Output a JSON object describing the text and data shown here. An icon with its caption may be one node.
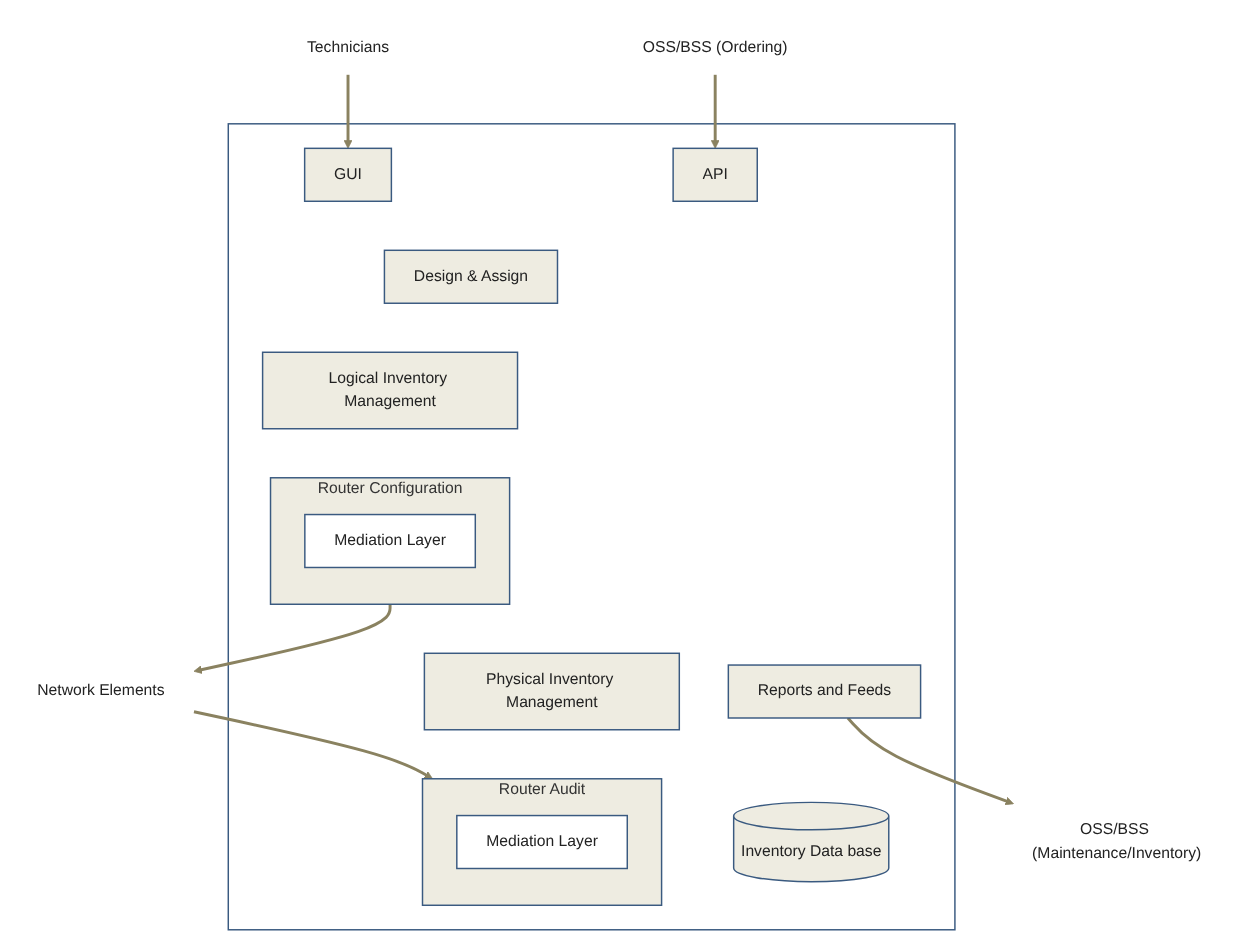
{
  "diagram": {
    "nodes": [
      {
        "text": [],
        "shape": "box"
      },
      {
        "text": [
          "Technicians"
        ]
      },
      {
        "text": [
          "OSS/BSS (Ordering)"
        ]
      },
      {
        "text": [
          "OSS/BSS (Maintenance/Inventory)"
        ]
      },
      {
        "text": [
          "GUI"
        ],
        "in": 0
      },
      {
        "text": [
          "API"
        ],
        "in": 0
      },
      {
        "text": [
          "Reports and Feeds"
        ],
        "in": 0
      },
      {
        "text": [
          "Design & Assign"
        ],
        "in": 0
      },
      {
        "text": [
          "Inventory Data base"
        ],
        "in": 0
      },
      {
        "text": [
          "Physical Inventory Management"
        ],
        "in": 0
      },
      {
        "text": [
          "Logical Inventory Management"
        ],
        "in": 0
      },
      {
        "text": [
          "Router Audit"
        ],
        "in": 0
      },
      {
        "text": [
          "Mediation Layer"
        ],
        "in": 11
      },
      {
        "text": [
          "Router Configuration"
        ],
        "in": 0
      },
      {
        "text": [
          "Mediation Layer"
        ],
        "in": 13
      },
      {
        "text": [
          "Network Elements"
        ]
      }
    ],
    "edges": [
      {
        "from": 1,
        "to": 4,
        "arrow": "to"
      },
      {
        "from": 2,
        "to": 5,
        "arrow": "to"
      },
      {
        "from": 6,
        "to": 3,
        "arrow": "to"
      },
      {
        "from": 15,
        "to": 11,
        "arrow": "to"
      },
      {
        "from": 13,
        "to": 15,
        "arrow": "to"
      }
    ]
  }
}
